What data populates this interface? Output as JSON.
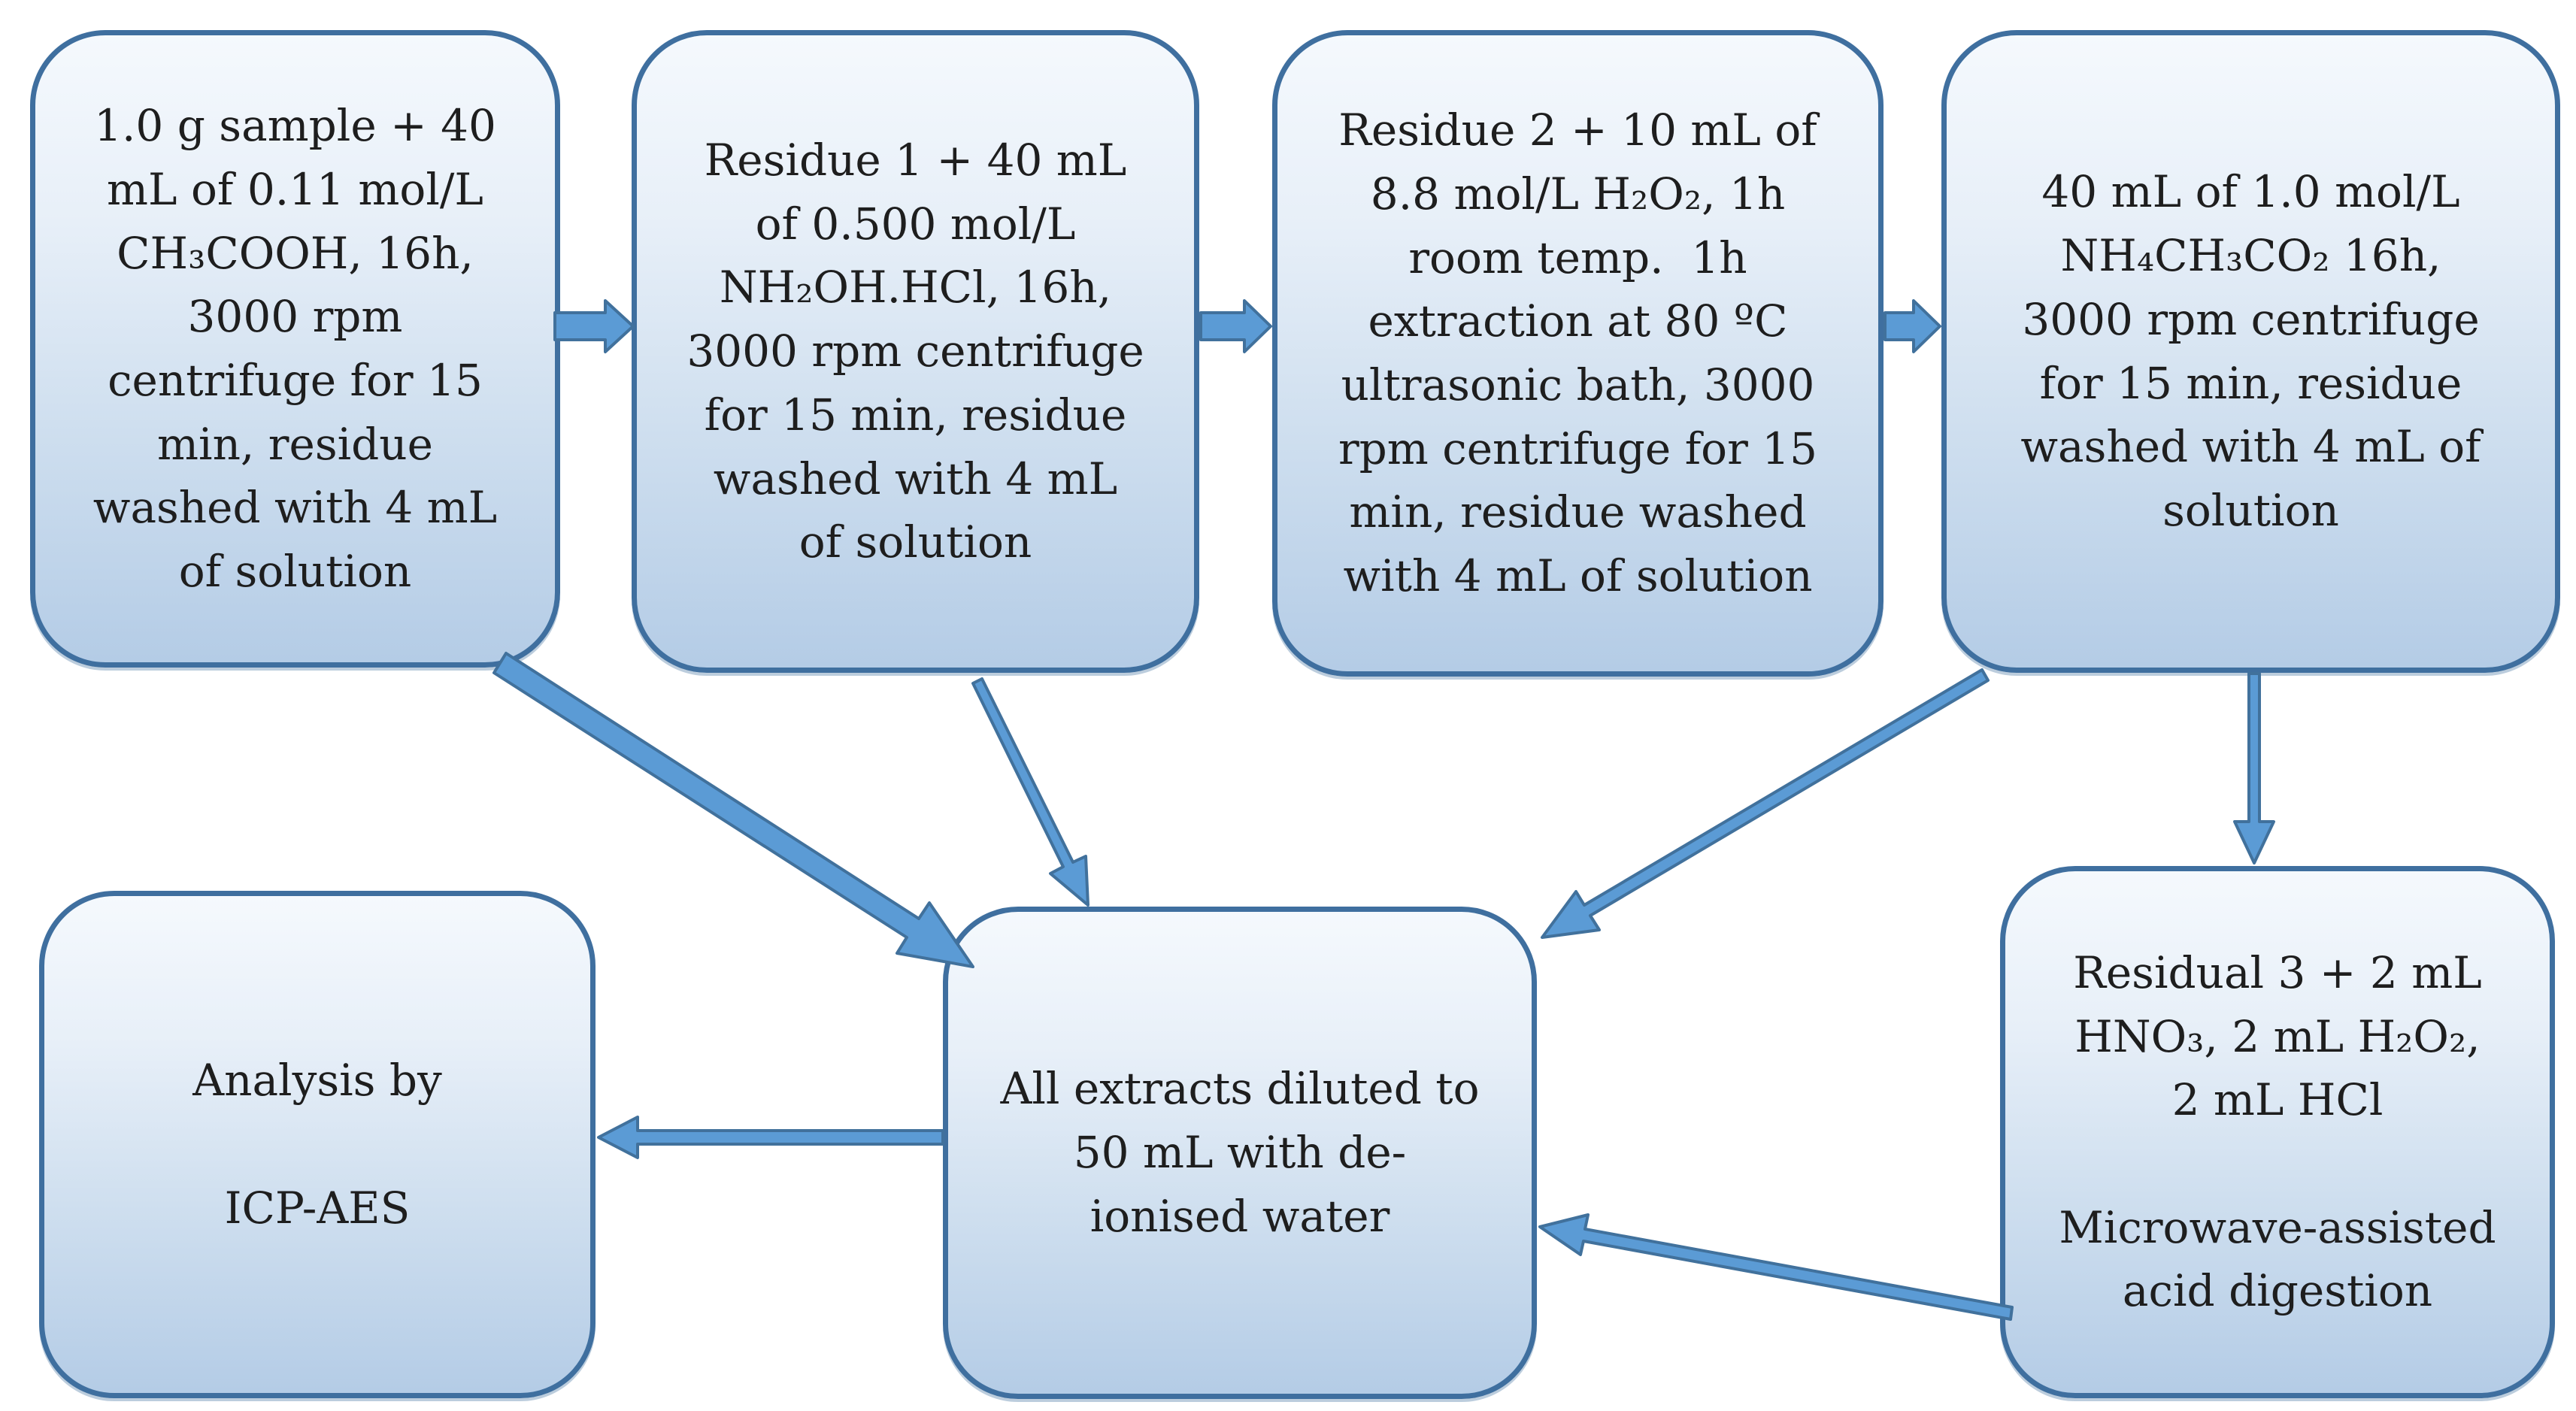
{
  "diagram": {
    "type": "flowchart",
    "description": "Sequential extraction procedure flow diagram",
    "nodes": {
      "step1": {
        "label": "step-1-acetic-acid-extraction",
        "text": "1.0 g sample + 40\nmL of 0.11 mol/L\nCH₃COOH, 16h,\n3000 rpm\ncentrifuge for 15\nmin, residue\nwashed with 4 mL\nof solution"
      },
      "step2": {
        "label": "step-2-hydroxylamine-extraction",
        "text": "Residue 1 + 40 mL\nof 0.500 mol/L\nNH₂OH.HCl, 16h,\n3000 rpm centrifuge\nfor 15 min, residue\nwashed with 4 mL\nof solution"
      },
      "step3": {
        "label": "step-3-peroxide-extraction",
        "text": "Residue 2 + 10 mL of\n8.8 mol/L H₂O₂, 1h\nroom temp.  1h\nextraction at 80 ºC\nultrasonic bath, 3000\nrpm centrifuge for 15\nmin, residue washed\nwith 4 mL of solution"
      },
      "step4": {
        "label": "step-4-ammonium-acetate-extraction",
        "text": "40 mL of 1.0 mol/L\nNH₄CH₃CO₂ 16h,\n3000 rpm centrifuge\nfor 15 min, residue\nwashed with 4 mL of\nsolution"
      },
      "residual": {
        "label": "residual-acid-digestion",
        "text": "Residual 3 + 2 mL\nHNO₃, 2 mL H₂O₂,\n2 mL HCl\n\nMicrowave-assisted\nacid digestion"
      },
      "dilution": {
        "label": "dilution-of-extracts",
        "text": "All extracts diluted to\n50 mL with de-\nionised water"
      },
      "analysis": {
        "label": "icp-aes-analysis",
        "text": "Analysis by\n\nICP-AES"
      }
    },
    "edges": [
      {
        "from": "step1",
        "to": "step2",
        "style": "block-arrow"
      },
      {
        "from": "step2",
        "to": "step3",
        "style": "block-arrow"
      },
      {
        "from": "step3",
        "to": "step4",
        "style": "block-arrow"
      },
      {
        "from": "step1",
        "to": "dilution",
        "style": "thick-line-arrow"
      },
      {
        "from": "step2",
        "to": "dilution",
        "style": "thin-line-arrow"
      },
      {
        "from": "step4",
        "to": "dilution",
        "style": "thin-line-arrow"
      },
      {
        "from": "step4",
        "to": "residual",
        "style": "thin-line-arrow"
      },
      {
        "from": "residual",
        "to": "dilution",
        "style": "thin-line-arrow"
      },
      {
        "from": "dilution",
        "to": "analysis",
        "style": "thin-line-arrow"
      }
    ],
    "colors": {
      "box_border": "#3f6f9f",
      "box_fill_top": "#f5f9fd",
      "box_fill_bottom": "#b4cce6",
      "arrow_fill": "#5b9bd5",
      "arrow_outline": "#41719c",
      "text": "#1e1e1e",
      "background": "#ffffff"
    }
  }
}
